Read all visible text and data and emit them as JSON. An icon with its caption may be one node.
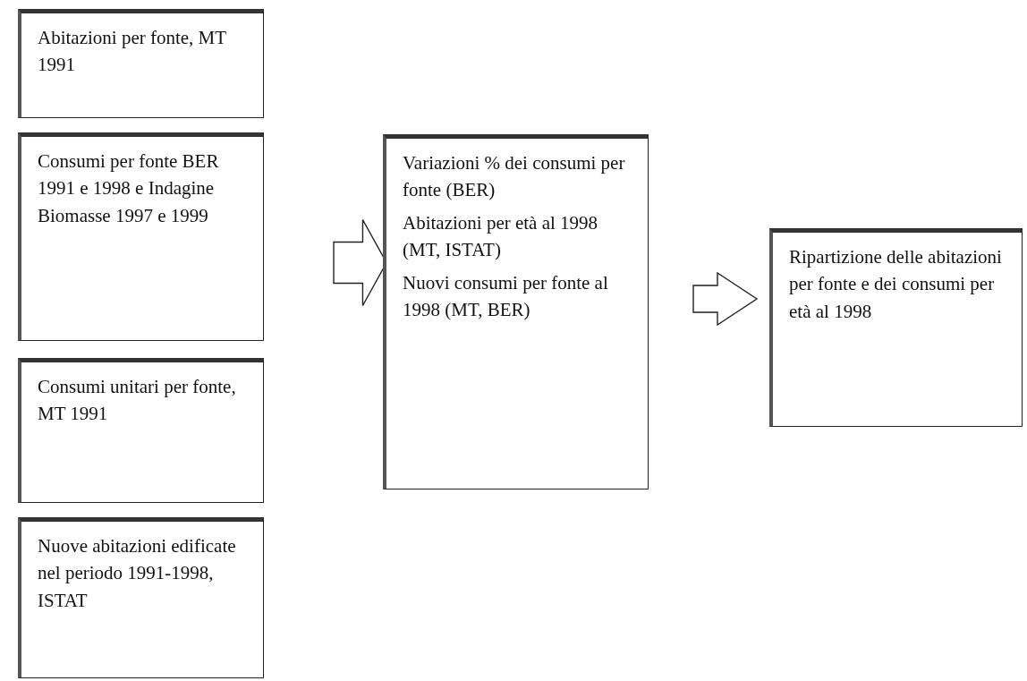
{
  "diagram": {
    "nodes": [
      {
        "text": [
          "Abitazioni per fonte, MT 1991"
        ]
      },
      {
        "text": [
          "Consumi per fonte BER 1991 e 1998 e Indagine Biomasse 1997 e 1999"
        ]
      },
      {
        "text": [
          "Consumi unitari per fonte, MT 1991"
        ]
      },
      {
        "text": [
          "Nuove abitazioni edificate nel periodo 1991-1998, ISTAT"
        ]
      },
      {
        "text": [
          "Variazioni % dei consumi per fonte (BER)",
          "Abitazioni per età al 1998 (MT, ISTAT)",
          "Nuovi consumi per fonte al 1998 (MT, BER)"
        ]
      },
      {
        "text": [
          "Ripartizione delle abitazioni per fonte e dei consumi per età al 1998"
        ]
      }
    ],
    "edges": [
      {
        "from": 1,
        "to": 4,
        "arrow": "to"
      },
      {
        "from": 4,
        "to": 5,
        "arrow": "to"
      }
    ]
  }
}
